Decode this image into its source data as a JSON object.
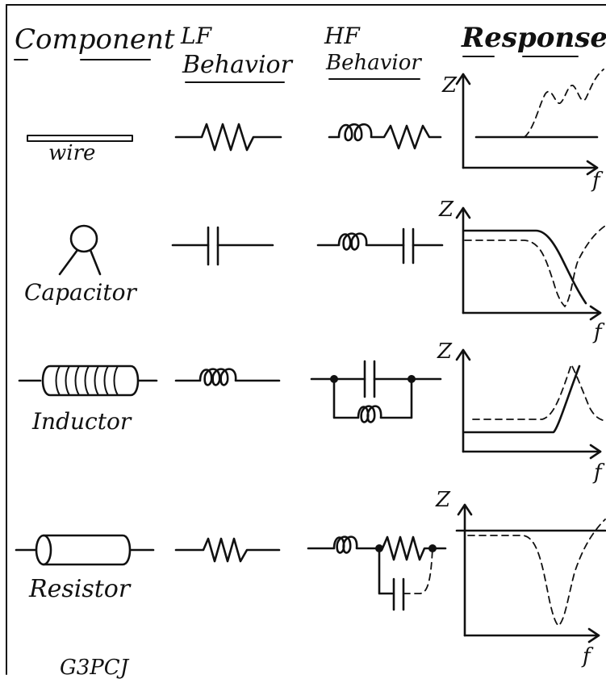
{
  "headers": {
    "component": "Component",
    "lf_line1": "LF",
    "lf_line2": "Behavior",
    "hf_line1": "HF",
    "hf_line2": "Behavior",
    "response": "Response"
  },
  "rows": [
    {
      "component": "wire",
      "z_label": "Z",
      "f_label": "f"
    },
    {
      "component": "Capacitor",
      "z_label": "Z",
      "f_label": "f"
    },
    {
      "component": "Inductor",
      "z_label": "Z",
      "f_label": "f"
    },
    {
      "component": "Resistor",
      "z_label": "Z",
      "f_label": "f"
    }
  ],
  "signature": "G3PCJ"
}
